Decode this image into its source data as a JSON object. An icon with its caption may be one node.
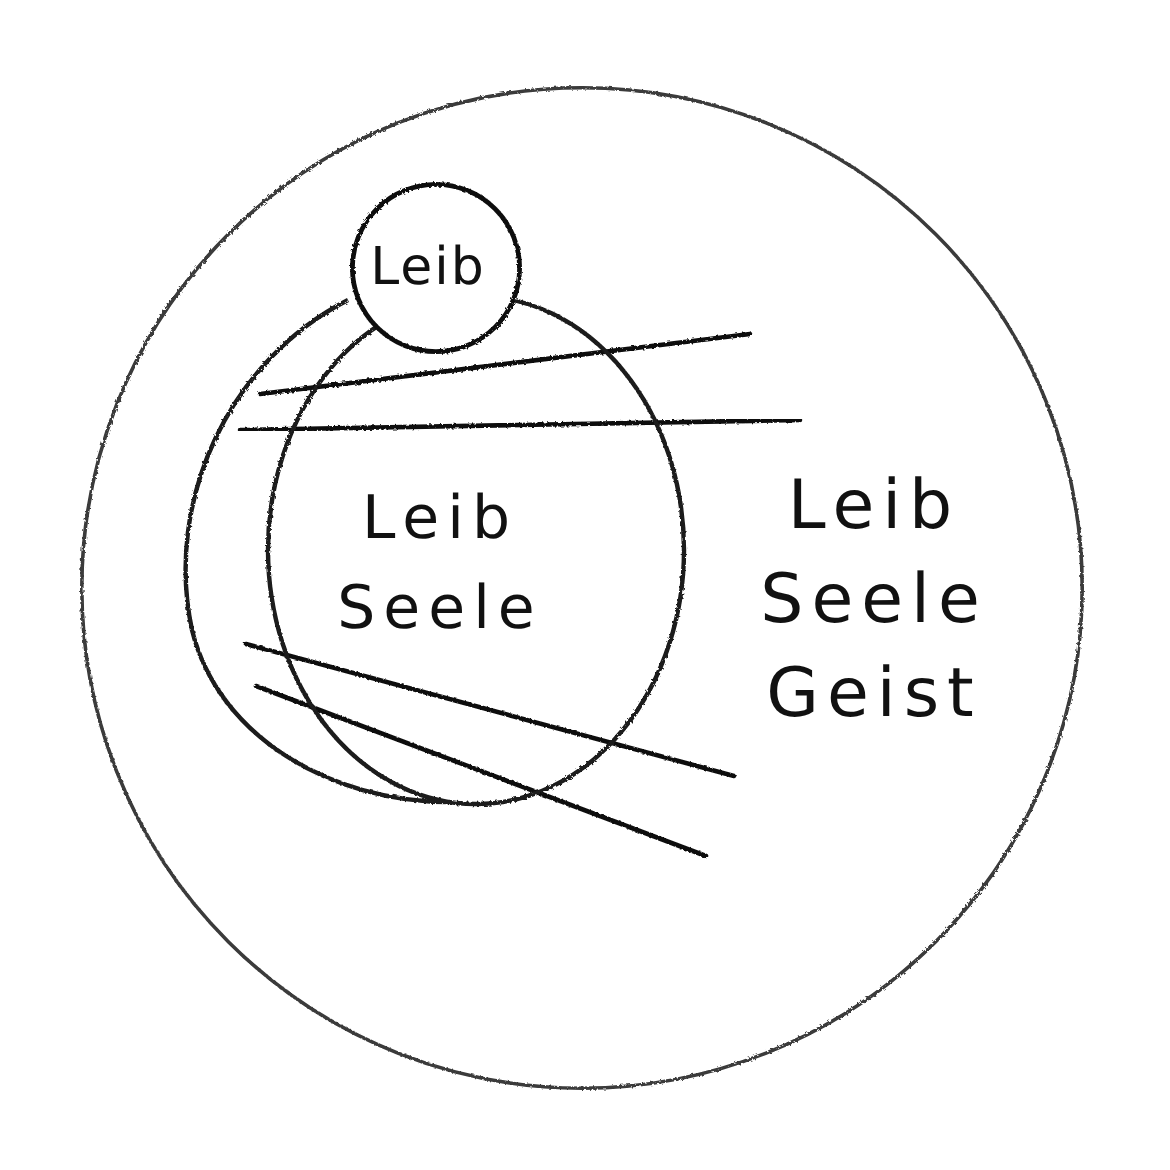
{
  "diagram": {
    "nodes": [
      {
        "text": [
          "Leib Seele Geist"
        ]
      },
      {
        "text": [
          "Leib"
        ],
        "in": 0
      },
      {
        "text": [
          "Leib Seele"
        ],
        "in": 0
      }
    ]
  }
}
